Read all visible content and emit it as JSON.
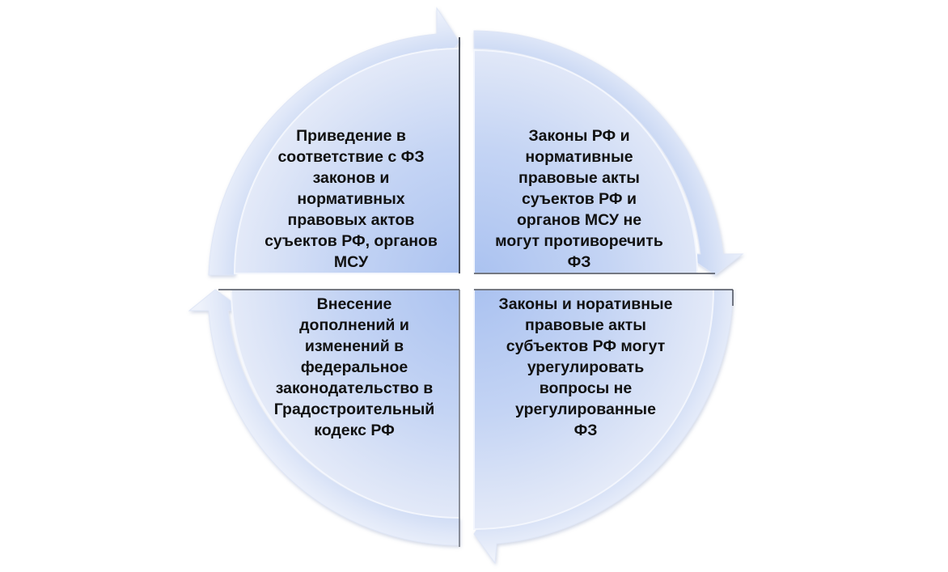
{
  "diagram": {
    "quadrants": {
      "top_left": "Приведение в\nсоответствие с ФЗ\nзаконов и\nнормативных\nправовых актов\nсуъектов РФ, органов\nМСУ",
      "top_right": "Законы РФ и\nнормативные\nправовые акты\nсуъектов РФ и\nорганов МСУ не\nмогут противоречить\nФЗ",
      "bottom_right": "Законы и норативные\nправовые акты\nсубъектов РФ могут\nурегулировать\nвопросы не\nурегулированные\nФЗ",
      "bottom_left": "Внесение\nдополнений и\nизменений в\nфедеральное\nзаконодательство в\nГрадостроительный\nкодекс РФ"
    },
    "colors": {
      "quadrant_light": "#e4eaf8",
      "quadrant_dark": "#a9c1f0",
      "arrow_light": "#eef2fb",
      "arrow_dark": "#b8cbf0",
      "text": "#111111"
    }
  }
}
